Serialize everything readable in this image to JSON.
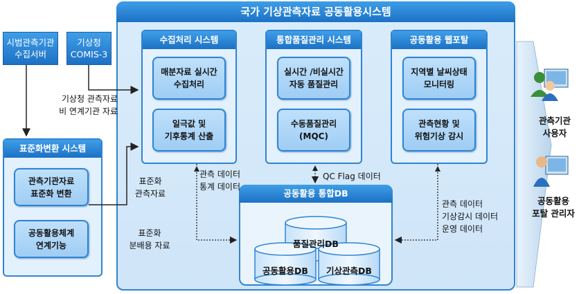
{
  "main_title": "국가 기상관측자료 공동활용시스템",
  "sources": {
    "pilot_server": [
      "시범관측기관",
      "수집서버"
    ],
    "kma_comis": [
      "기상청",
      "COMIS-3"
    ]
  },
  "conversion_system": {
    "title": "표준화변환 시스템",
    "items": [
      [
        "관측기관자료",
        "표준화 변환"
      ],
      [
        "공동활용체계",
        "연계기능"
      ]
    ]
  },
  "collection_system": {
    "title": "수집처리 시스템",
    "items": [
      [
        "매분자료 실시간",
        "수집처리"
      ],
      [
        "일극값 및",
        "기후통계 산출"
      ]
    ]
  },
  "quality_system": {
    "title": "통합품질관리 시스템",
    "items": [
      [
        "실시간 /비실시간",
        "자동 품질관리"
      ],
      [
        "수동품질관리",
        "(MQC)"
      ]
    ]
  },
  "web_portal": {
    "title": "공동활용 웹포탈",
    "items": [
      [
        "지역별 날씨상태",
        "모니터링"
      ],
      [
        "관측현황 및",
        "위험기상 감시"
      ]
    ]
  },
  "integrated_db": {
    "title": "공동활용 통합DB",
    "databases": [
      "품질관리DB",
      "공동활용DB",
      "기상관측DB"
    ]
  },
  "flow_labels": {
    "kma_nonlinked": [
      "기상청 관측자료",
      "비 연계기관 자료"
    ],
    "standard_obs": [
      "표준화",
      "관측자료"
    ],
    "standard_dist": [
      "표준화",
      "분배용 자료"
    ],
    "obs_stats": [
      "관측 데이터",
      "통계 데이터"
    ],
    "qc_flag": "QC Flag 데이터",
    "portal_data": [
      "관측 데이터",
      "기상감시 데이터",
      "운영 데이터"
    ]
  },
  "users": {
    "agency_user": [
      "관측기관",
      "사용자"
    ],
    "portal_admin": [
      "공동활용",
      "포탈 관리자"
    ]
  },
  "colors": {
    "accent_blue": "#1c71c4",
    "frame_bg": "#d9ecfb",
    "inner_box": "#9fcdf4"
  }
}
